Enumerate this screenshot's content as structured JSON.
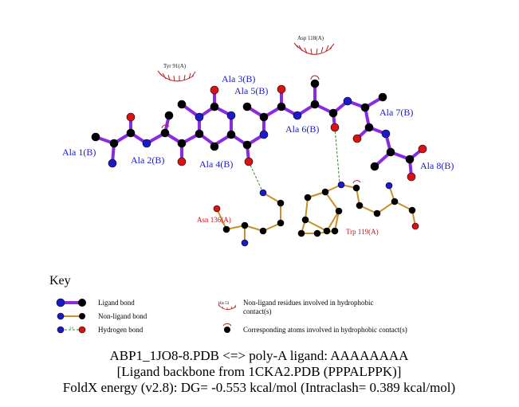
{
  "ligand_residues": [
    "Ala 1(B)",
    "Ala 2(B)",
    "Ala 3(B)",
    "Ala 4(B)",
    "Ala 5(B)",
    "Ala 6(B)",
    "Ala 7(B)",
    "Ala 8(B)"
  ],
  "protein_residues": [
    "Asn 136(A)",
    "Trp 119(A)"
  ],
  "hydrophobic_residues": [
    "Tyr 91(A)",
    "Asp 118(A)"
  ],
  "key": {
    "title": "Key",
    "ligand_bond": "Ligand bond",
    "nonligand_bond": "Non-ligand bond",
    "hydrogen_bond": "Hydrogen bond",
    "hbond_length": "3.0",
    "his_label": "His 53",
    "hydrophobic_residues_text_1": "Non-ligand residues involved in hydrophobic",
    "hydrophobic_residues_text_2": "contact(s)",
    "hydrophobic_atoms_text": "Corresponding atoms involved in hydrophobic contact(s)"
  },
  "caption": {
    "line1": "ABP1_1JO8-8.PDB <=> poly-A ligand: AAAAAAAA",
    "line2": "[Ligand backbone from 1CKA2.PDB (PPPALPPK)]",
    "line3": "FoldX energy (v2.8): DG= -0.553 kcal/mol (Intraclash= 0.389 kcal/mol)"
  },
  "colors": {
    "ligand_bond": "#8a2be2",
    "nonligand_bond": "#c8902c",
    "hbond": "#2e8b2e",
    "carbon": "#000000",
    "nitrogen": "#1a1acc",
    "oxygen": "#dd1111",
    "hydrophobic": "#bb2222"
  }
}
